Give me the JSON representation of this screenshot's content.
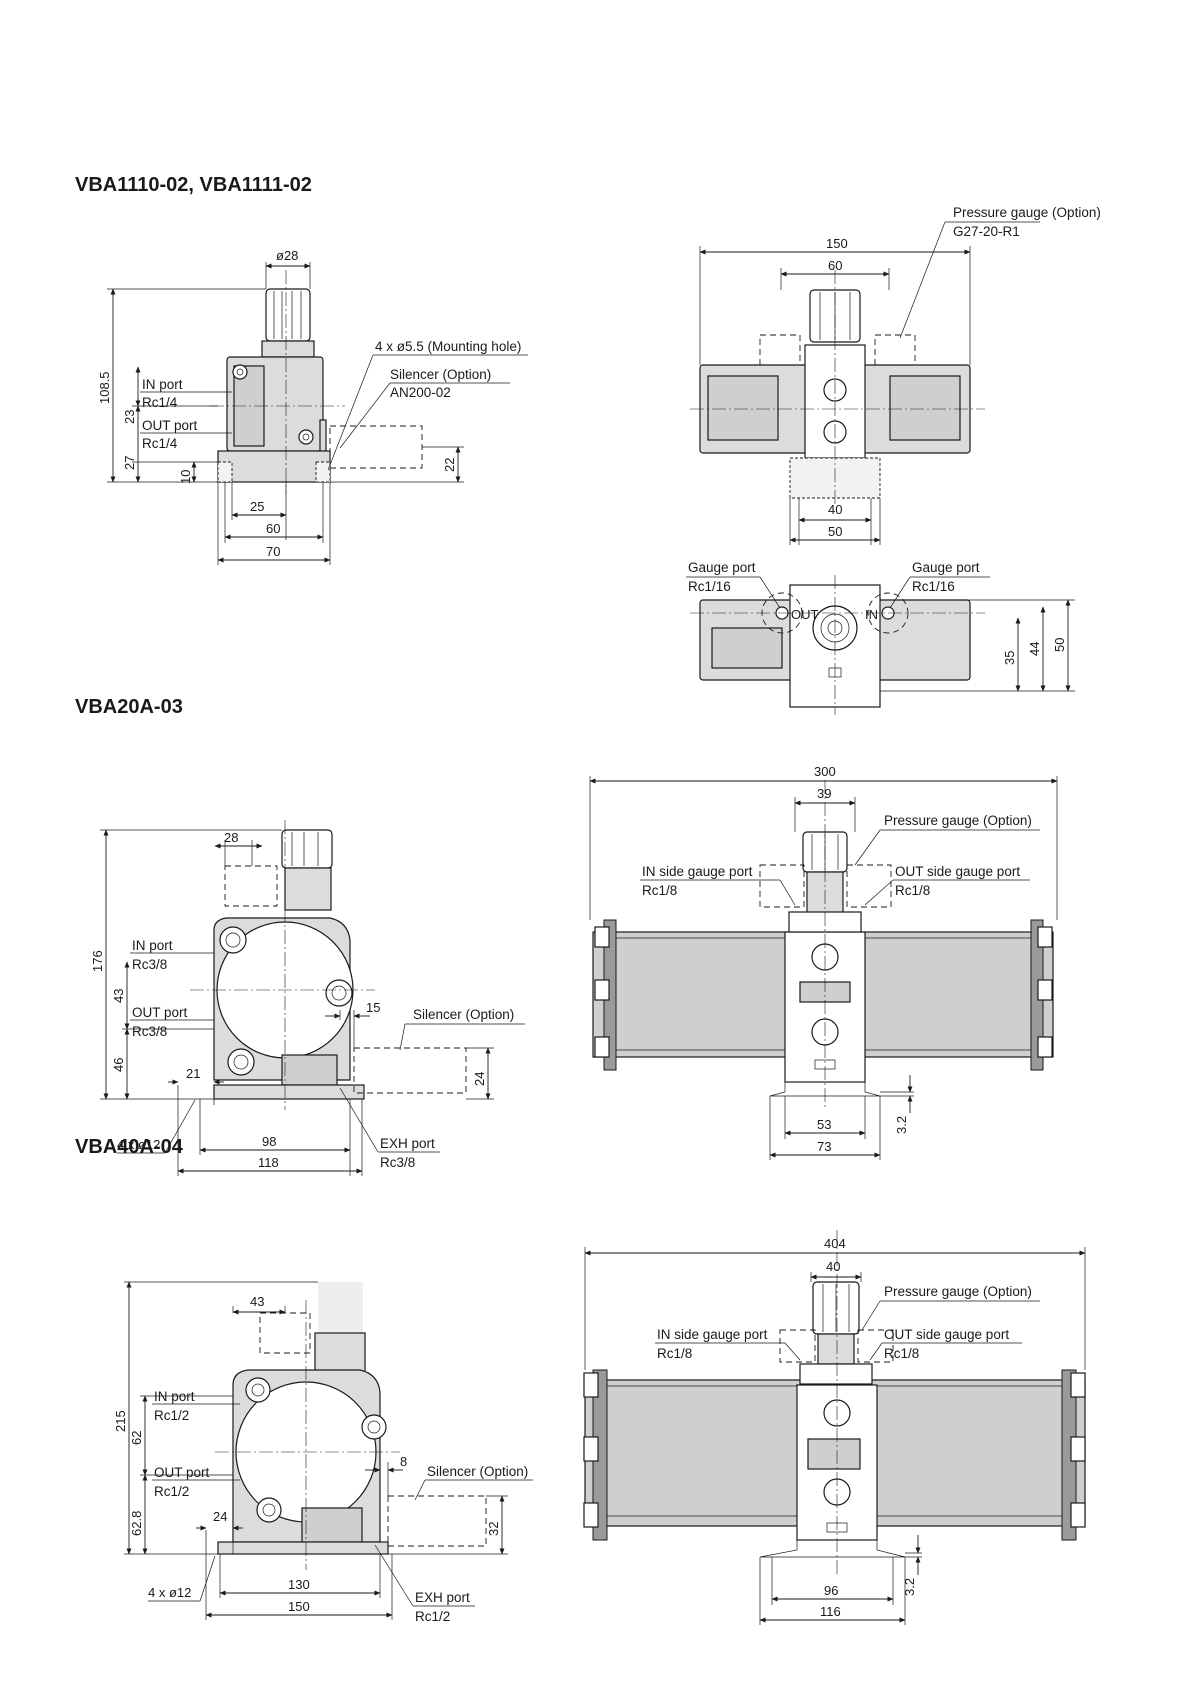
{
  "sections": [
    {
      "title": "VBA1110-02, VBA1111-02"
    },
    {
      "title": "VBA20A-03"
    },
    {
      "title": "VBA40A-04"
    }
  ],
  "s1": {
    "side": {
      "d_knob": "ø28",
      "h_total": "108.5",
      "h_in": "23",
      "h_out": "27",
      "h_base": "10",
      "w_25": "25",
      "w_60": "60",
      "w_70": "70",
      "h_22": "22",
      "mount_hole": "4 x ø5.5 (Mounting hole)",
      "silencer": "Silencer (Option)",
      "silencer_model": "AN200-02",
      "in_port": "IN port",
      "in_size": "Rc1/4",
      "out_port": "OUT port",
      "out_size": "Rc1/4"
    },
    "front": {
      "gauge": "Pressure gauge (Option)",
      "gauge_model": "G27-20-R1",
      "w_150": "150",
      "w_60": "60",
      "w_40": "40",
      "w_50": "50"
    },
    "top": {
      "gauge_port_l": "Gauge port",
      "gauge_size_l": "Rc1/16",
      "gauge_port_r": "Gauge port",
      "gauge_size_r": "Rc1/16",
      "out": "OUT",
      "in": "IN",
      "h_35": "35",
      "h_44": "44",
      "h_50": "50"
    }
  },
  "s2": {
    "side": {
      "w_28": "28",
      "h_176": "176",
      "h_43": "43",
      "h_46": "46",
      "w_15": "15",
      "w_21": "21",
      "h_24": "24",
      "w_98": "98",
      "w_118": "118",
      "holes": "4 x ø12",
      "in_port": "IN port",
      "in_size": "Rc3/8",
      "out_port": "OUT port",
      "out_size": "Rc3/8",
      "silencer": "Silencer (Option)",
      "exh_port": "EXH port",
      "exh_size": "Rc3/8"
    },
    "front": {
      "w_300": "300",
      "w_39": "39",
      "gauge": "Pressure gauge (Option)",
      "in_gauge": "IN side gauge port",
      "in_gauge_size": "Rc1/8",
      "out_gauge": "OUT side gauge port",
      "out_gauge_size": "Rc1/8",
      "w_53": "53",
      "w_73": "73",
      "h_32": "3.2"
    }
  },
  "s3": {
    "side": {
      "w_43": "43",
      "h_215": "215",
      "h_62": "62",
      "h_628": "62.8",
      "w_8": "8",
      "w_24": "24",
      "h_32": "32",
      "w_130": "130",
      "w_150": "150",
      "holes": "4 x ø12",
      "in_port": "IN port",
      "in_size": "Rc1/2",
      "out_port": "OUT port",
      "out_size": "Rc1/2",
      "silencer": "Silencer (Option)",
      "exh_port": "EXH port",
      "exh_size": "Rc1/2"
    },
    "front": {
      "w_404": "404",
      "w_40": "40",
      "gauge": "Pressure gauge (Option)",
      "in_gauge": "IN side gauge port",
      "in_gauge_size": "Rc1/8",
      "out_gauge": "OUT side gauge port",
      "out_gauge_size": "Rc1/8",
      "w_96": "96",
      "w_116": "116",
      "h_32": "3.2"
    }
  }
}
